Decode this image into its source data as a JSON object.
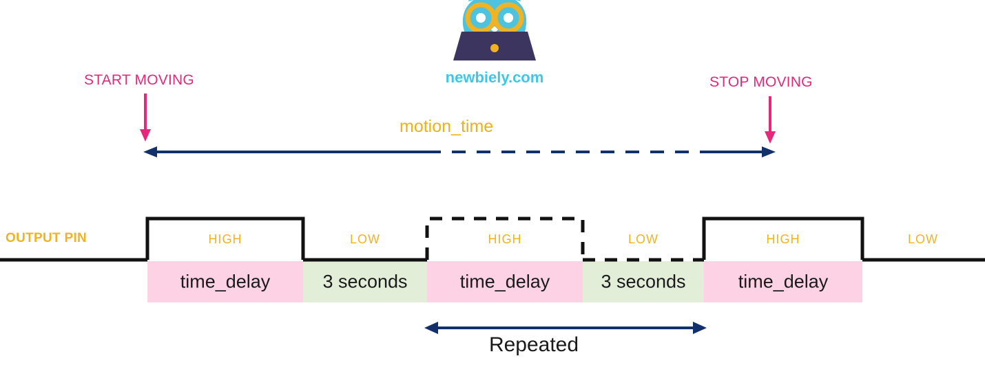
{
  "logo": {
    "brand_text": "newbiely.com",
    "icon": "owl-with-laptop-logo",
    "colors": {
      "owl_body": "#4ec3e0",
      "glasses": "#f0b323",
      "laptop": "#3b3560",
      "brand_text": "#3cc8e8"
    }
  },
  "events": {
    "start": {
      "label": "START MOVING",
      "color": "#e6287d"
    },
    "stop": {
      "label": "STOP MOVING",
      "color": "#e6287d"
    }
  },
  "motion": {
    "label": "motion_time",
    "color": "#edb213",
    "arrow_color": "#12306b"
  },
  "repeated": {
    "label": "Repeated",
    "arrow_color": "#12306b"
  },
  "waveform": {
    "pin_label": "OUTPUT PIN",
    "pin_label_color": "#f0b323",
    "level_high": "HIGH",
    "level_low": "LOW",
    "segments": [
      {
        "level": "LOW",
        "style": "solid",
        "duration": ""
      },
      {
        "level": "HIGH",
        "style": "solid",
        "duration": "time_delay"
      },
      {
        "level": "LOW",
        "style": "solid",
        "duration": "3 seconds"
      },
      {
        "level": "HIGH",
        "style": "dashed",
        "duration": "time_delay"
      },
      {
        "level": "LOW",
        "style": "dashed",
        "duration": "3 seconds"
      },
      {
        "level": "HIGH",
        "style": "solid",
        "duration": "time_delay"
      },
      {
        "level": "LOW",
        "style": "solid",
        "duration": ""
      }
    ],
    "band_colors": {
      "time_delay": "#fcd2e4",
      "seconds": "#e2eed8"
    },
    "duration_time_delay": "time_delay",
    "duration_seconds": "3 seconds"
  }
}
